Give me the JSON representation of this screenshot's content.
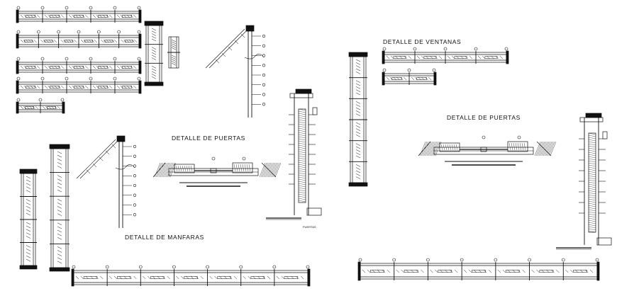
{
  "drawing": {
    "titles": {
      "ventanas": "DETALLE DE  VENTANAS",
      "puertas_left": "DETALLE DE  PUERTAS",
      "puertas_right": "DETALLE DE  PUERTAS",
      "mamparas": "DETALLE DE  MANFARAS"
    },
    "tag_puertas": "PUERTAS",
    "line_color": "#111111"
  }
}
